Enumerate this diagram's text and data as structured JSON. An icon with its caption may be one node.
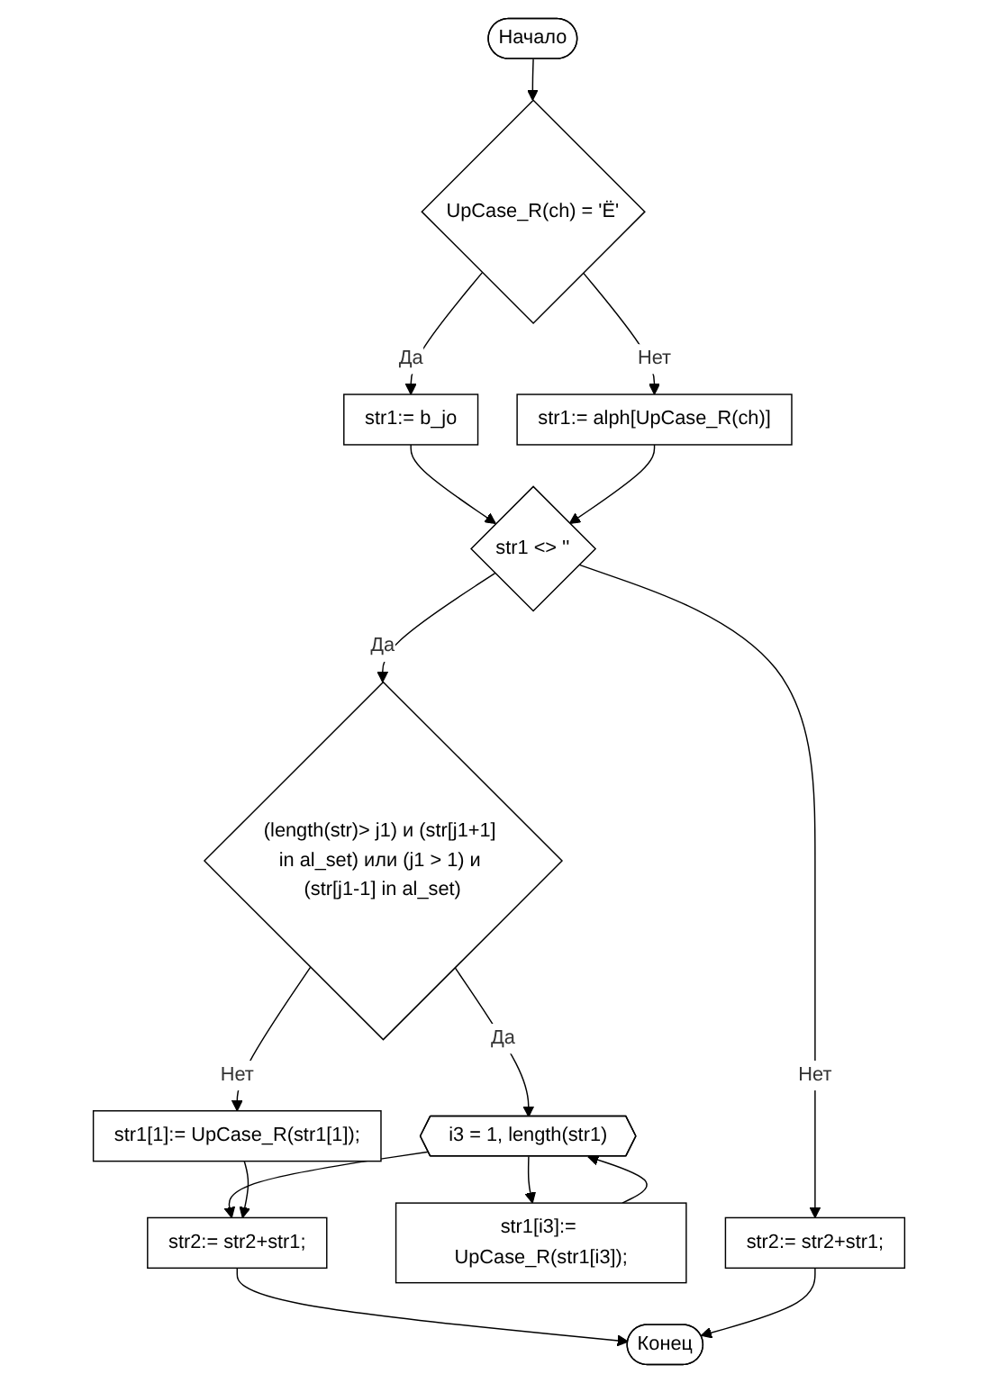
{
  "diagram": {
    "nodes": [
      {
        "text": [
          "Начало"
        ]
      },
      {
        "text": [
          "UpCase_R(ch) = 'Ё'"
        ]
      },
      {
        "text": [
          "str1:= alph[UpCase_R(ch)]"
        ]
      },
      {
        "text": [
          "str1:= b_jo"
        ]
      },
      {
        "text": [
          "str1 <> ''"
        ]
      },
      {
        "text": [
          "str2:= str2+str1;"
        ]
      },
      {
        "text": [
          "(length(str)> j1) и (str[j1+1] in al_set) или (j1 > 1) и (str[j1-1] in al_set)"
        ]
      },
      {
        "text": [
          "str1[1]:= UpCase_R(str1[1]);"
        ]
      },
      {
        "text": [
          "i3 = 1, length(str1)"
        ]
      },
      {
        "text": [
          "str1[i3]:= UpCase_R(str1[i3]);"
        ]
      },
      {
        "text": [
          "str2:= str2+str1;"
        ]
      },
      {
        "text": [
          "Конец"
        ]
      }
    ],
    "edges": [
      {
        "from": 0,
        "to": 1,
        "arrow": "to"
      },
      {
        "from": 1,
        "to": 3,
        "arrow": "to",
        "label": "Да"
      },
      {
        "from": 1,
        "to": 2,
        "arrow": "to",
        "label": "Нет"
      },
      {
        "from": 3,
        "to": 4,
        "arrow": "to"
      },
      {
        "from": 2,
        "to": 4,
        "arrow": "to"
      },
      {
        "from": 4,
        "to": 6,
        "arrow": "to",
        "label": "Да"
      },
      {
        "from": 4,
        "to": 5,
        "arrow": "to",
        "label": "Нет"
      },
      {
        "from": 6,
        "to": 8,
        "arrow": "to",
        "label": "Да"
      },
      {
        "from": 6,
        "to": 7,
        "arrow": "to",
        "label": "Нет"
      },
      {
        "from": 8,
        "to": 9,
        "arrow": "to"
      },
      {
        "from": 9,
        "to": 8,
        "arrow": "to"
      },
      {
        "from": 8,
        "to": 10,
        "arrow": "to"
      },
      {
        "from": 7,
        "to": 10,
        "arrow": "to"
      },
      {
        "from": 10,
        "to": 11,
        "arrow": "to"
      },
      {
        "from": 5,
        "to": 11,
        "arrow": "to"
      }
    ]
  }
}
